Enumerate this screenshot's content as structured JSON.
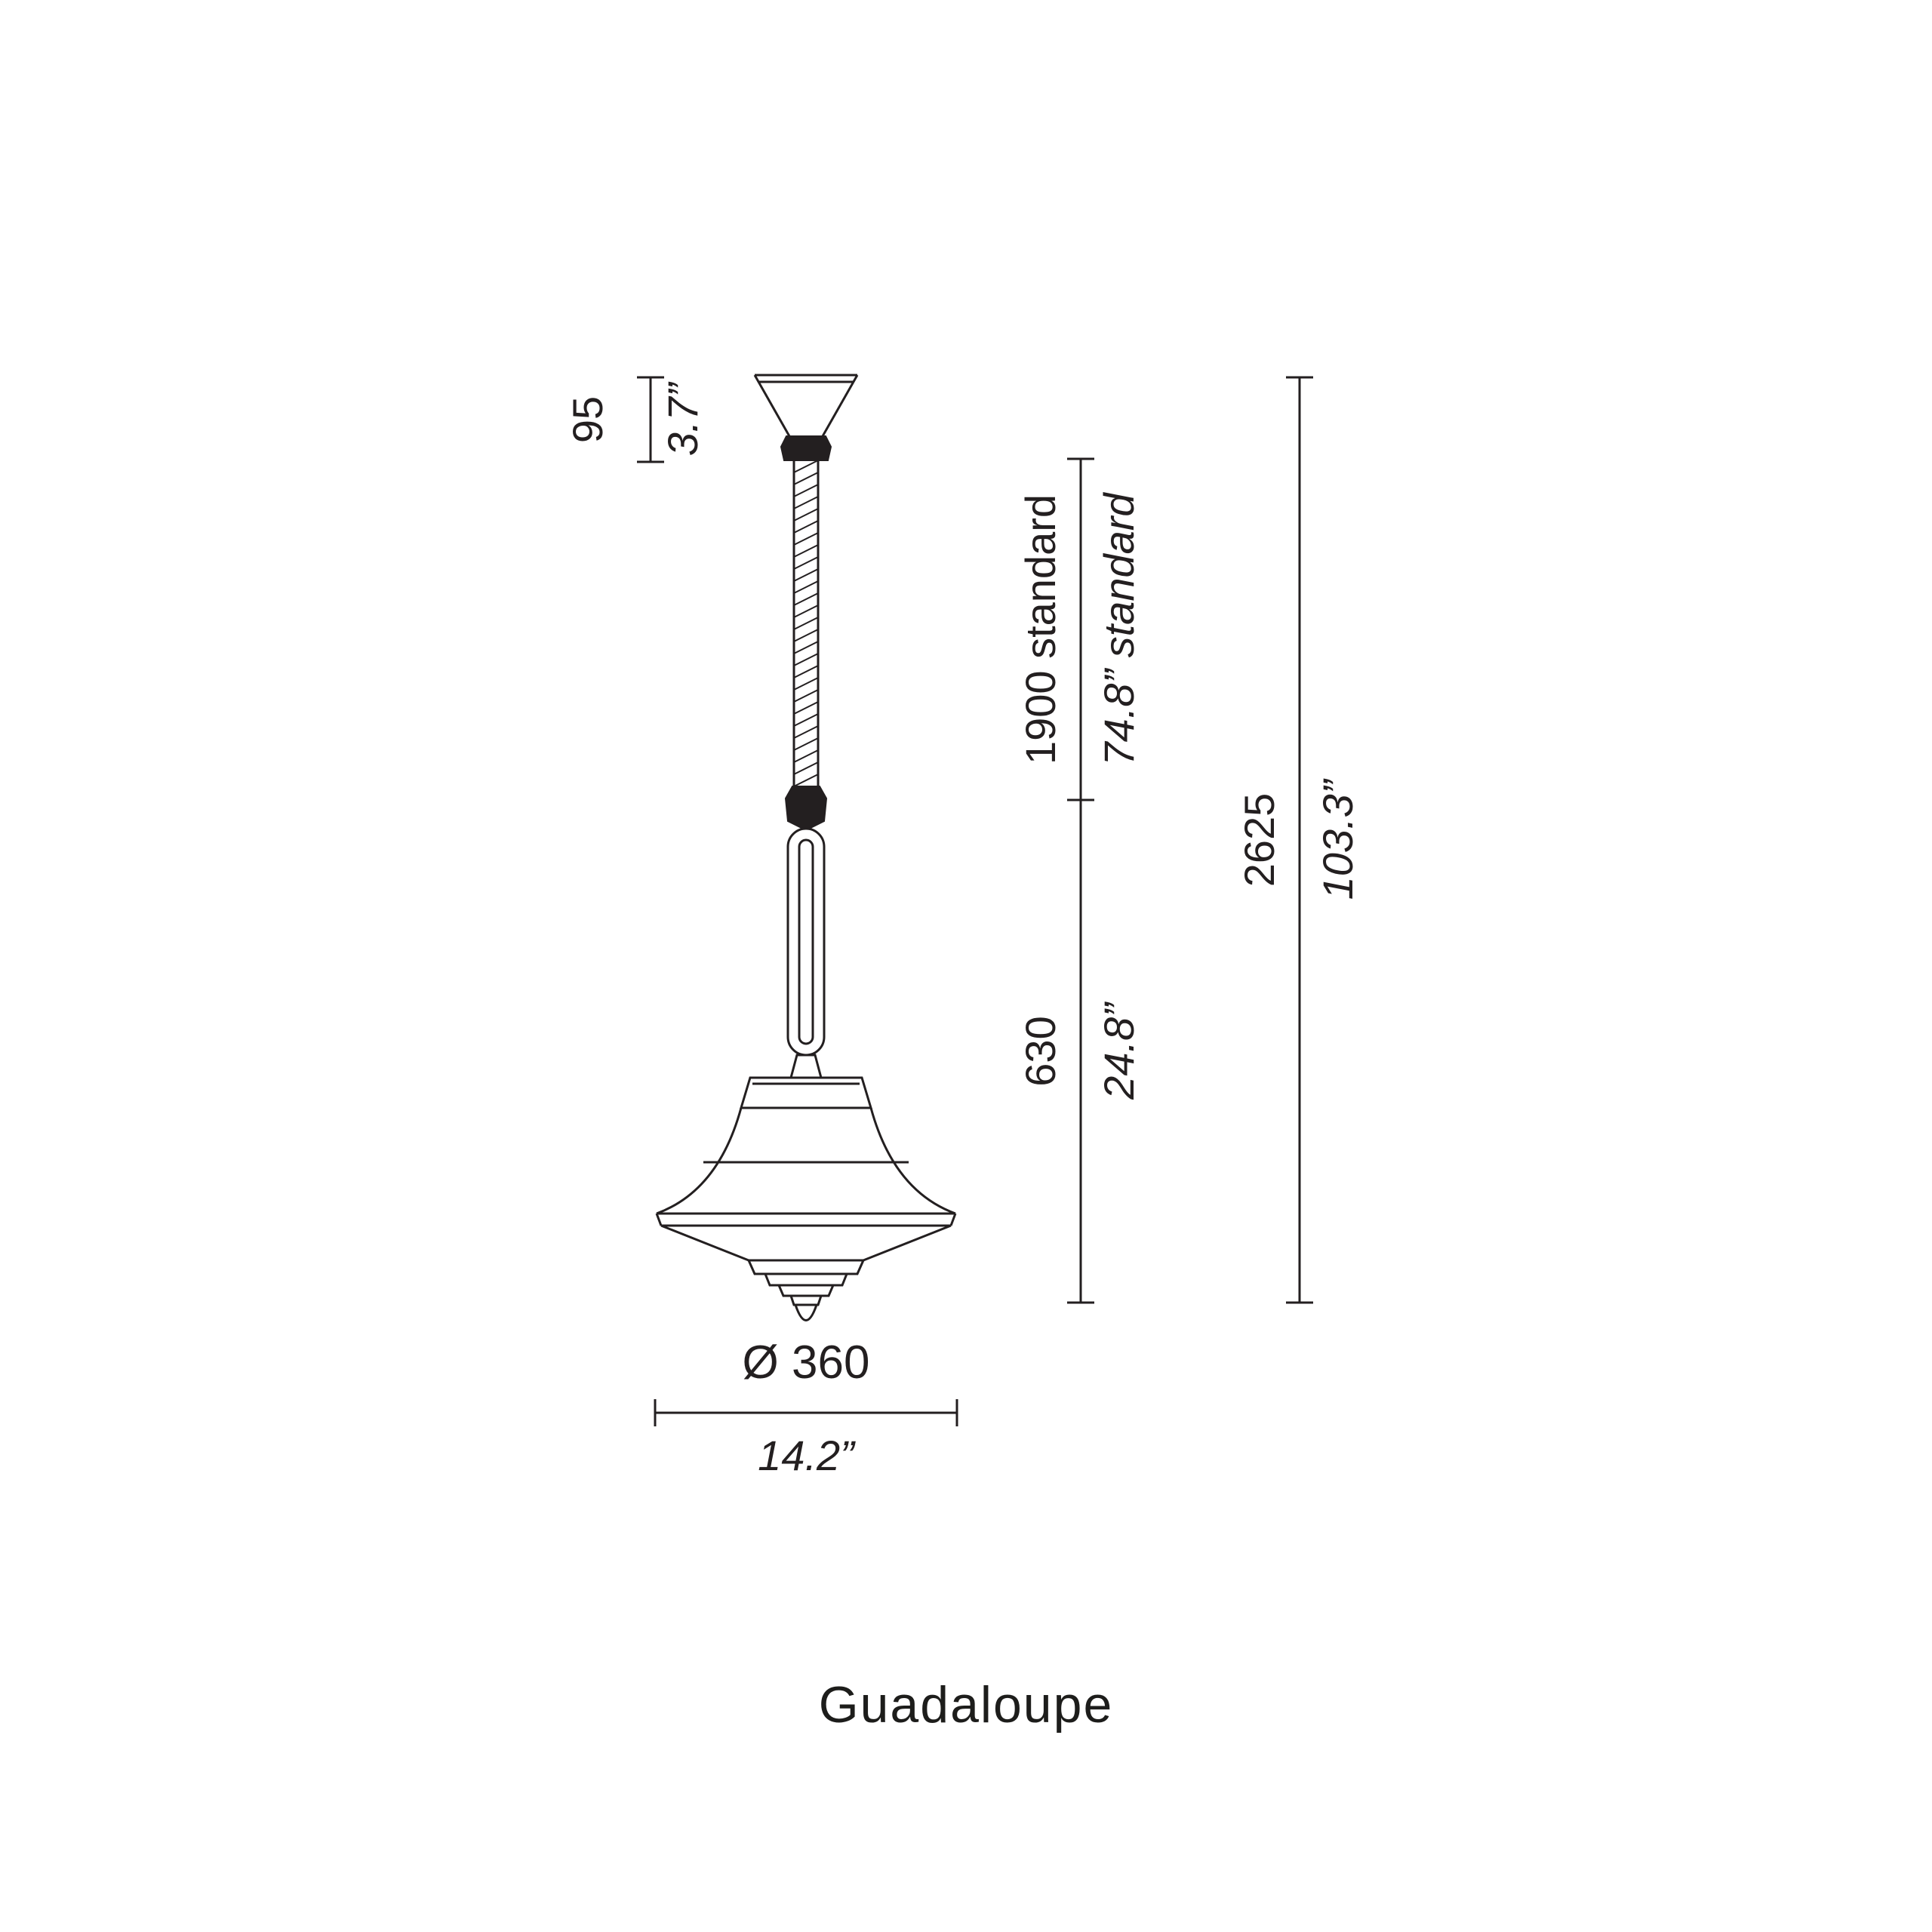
{
  "colors": {
    "ink": "#231f20",
    "background": "#ffffff"
  },
  "diagram": {
    "caption": "Guadaloupe",
    "dimensions": {
      "canopy": {
        "mm": "95",
        "inch": "3.7”"
      },
      "suspension": {
        "mm": "1900 standard",
        "inch": "74.8” standard"
      },
      "body": {
        "mm": "630",
        "inch": "24.8”"
      },
      "total": {
        "mm": "2625",
        "inch": "103.3”"
      },
      "diameter": {
        "mm": "Ø 360",
        "inch": "14.2”"
      }
    }
  }
}
